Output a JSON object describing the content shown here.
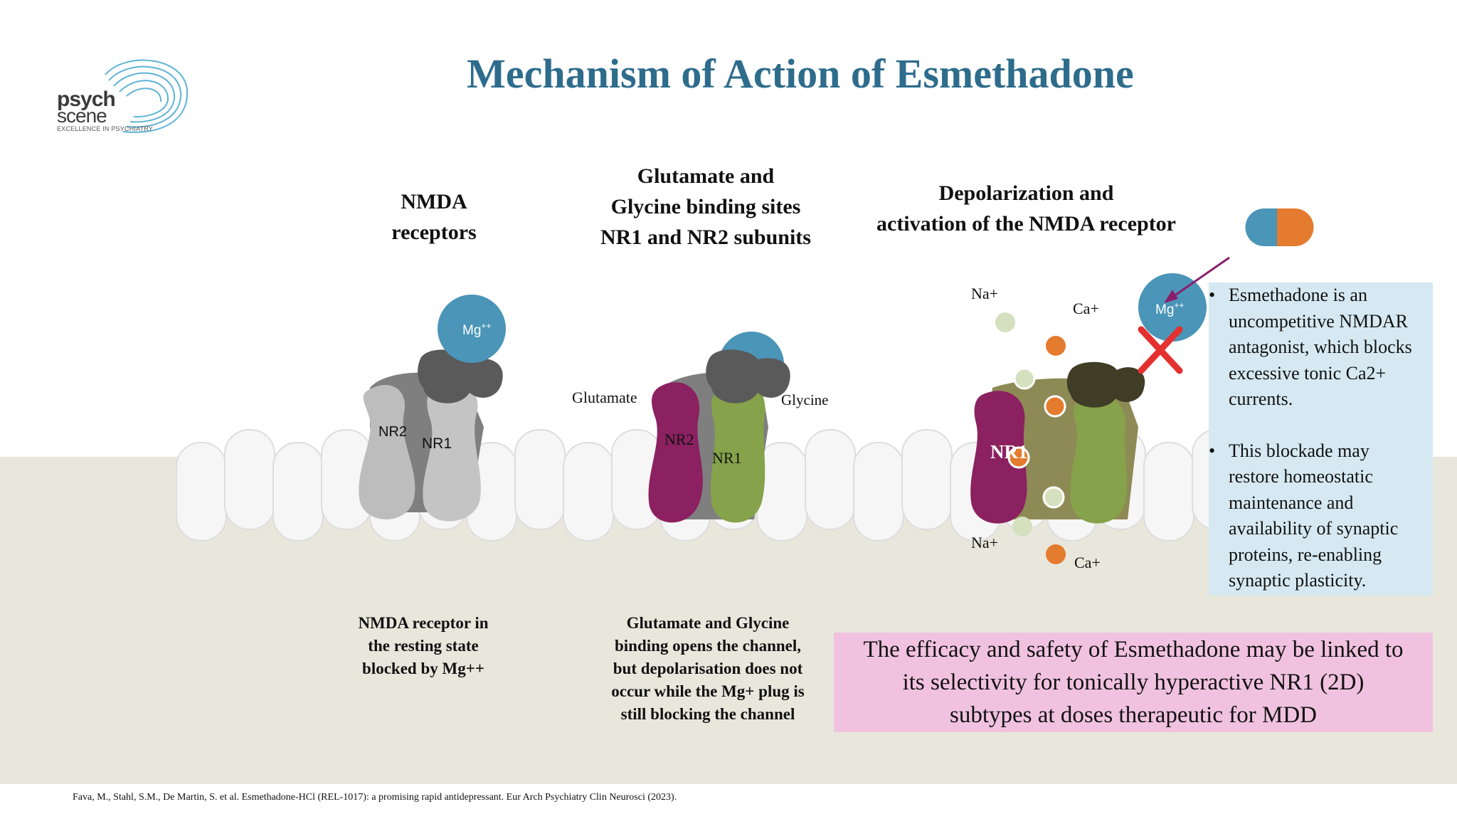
{
  "title": "Mechanism of Action of Esmethadone",
  "logo": {
    "name_line1": "psych",
    "name_line2": "scene",
    "tagline": "EXCELLENCE IN PSYCHIATRY"
  },
  "panels": [
    {
      "heading": [
        "NMDA",
        "receptors"
      ],
      "caption": [
        "NMDA receptor in",
        "the resting state",
        "blocked by Mg++"
      ],
      "labels": {
        "left_subunit": "NR2",
        "right_subunit": "NR1",
        "ion": "Mg",
        "ion_charge": "++"
      }
    },
    {
      "heading": [
        "Glutamate and",
        "Glycine binding sites",
        "NR1 and NR2 subunits"
      ],
      "caption": [
        "Glutamate and Glycine",
        "binding opens the channel,",
        "but depolarisation does not",
        "occur while the Mg+ plug is",
        "still blocking the channel"
      ],
      "labels": {
        "left_subunit": "NR2",
        "right_subunit": "NR1",
        "glutamate": "Glutamate",
        "glycine": "Glycine"
      }
    },
    {
      "heading": [
        "Depolarization and",
        "activation of the NMDA receptor"
      ],
      "labels": {
        "subunit": "NR1",
        "na_top": "Na+",
        "ca_top": "Ca+",
        "na_bottom": "Na+",
        "ca_bottom": "Ca+",
        "ion": "Mg",
        "ion_charge": "++"
      }
    }
  ],
  "info_box": {
    "bullets": [
      [
        "Esmethadone is an",
        "uncompetitive NMDAR",
        "antagonist, which blocks",
        "excessive tonic Ca2+",
        "currents."
      ],
      [
        "This blockade may",
        "restore homeostatic",
        "maintenance and",
        "availability of synaptic",
        "proteins, re-enabling",
        "synaptic plasticity."
      ]
    ]
  },
  "highlight_box": {
    "lines": [
      "The efficacy and safety of Esmethadone may be linked to",
      "its  selectivity for tonically hyperactive NR1 (2D)",
      "subtypes at doses therapeutic for MDD"
    ]
  },
  "citation": "Fava, M., Stahl, S.M., De Martin, S. et al. Esmethadone-HCl (REL-1017): a promising rapid antidepressant. Eur Arch Psychiatry Clin Neurosci (2023).",
  "colors": {
    "title": "#2e6c8c",
    "mg_ion": "#4a95b8",
    "nr2_active": "#8b2160",
    "nr1_active": "#86a24a",
    "channel_open": "#8e8a55",
    "calcium": "#e47b2e",
    "sodium": "#d5e0bf",
    "block_x": "#e53030",
    "arrow": "#8a1f6d",
    "pill_left": "#4a95b8",
    "pill_right": "#e47b2e",
    "info_box": "#d6e9f2",
    "highlight_box": "#f1c2e0"
  }
}
